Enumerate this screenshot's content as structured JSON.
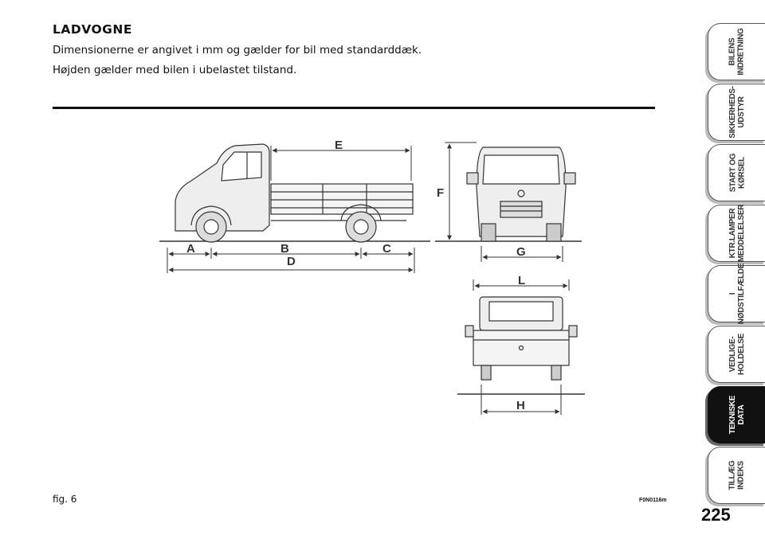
{
  "section": {
    "heading": "LADVOGNE",
    "line1": "Dimensionerne er angivet i mm og gælder for bil med standarddæk.",
    "line2": "Højden gælder med bilen i ubelastet tilstand."
  },
  "figure": {
    "caption": "fig. 6",
    "code": "F0N0116m",
    "labels": {
      "A": "A",
      "B": "B",
      "C": "C",
      "D": "D",
      "E": "E",
      "F": "F",
      "G": "G",
      "L": "L",
      "H": "H"
    }
  },
  "tabs": [
    {
      "label": "BILENS\nINDRETNING",
      "active": false
    },
    {
      "label": "SIKKERHEDS-\nUDSTYR",
      "active": false
    },
    {
      "label": "START OG\nKØRSEL",
      "active": false
    },
    {
      "label": "KTR.LAMPER\nMEDDELELSER",
      "active": false
    },
    {
      "label": "I\nNØDSTILFÆLDE",
      "active": false
    },
    {
      "label": "VEDLIGE-\nHOLDELSE",
      "active": false
    },
    {
      "label": "TEKNISKE DATA",
      "active": true
    },
    {
      "label": "TILLÆG\nINDEKS",
      "active": false
    }
  ],
  "page_number": "225"
}
